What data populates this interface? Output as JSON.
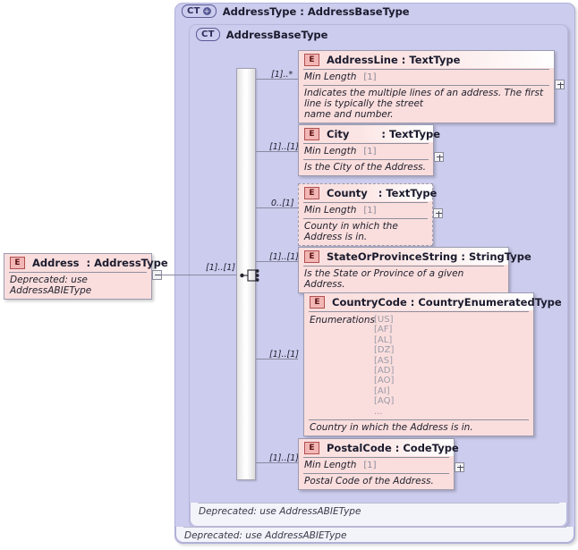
{
  "diagram": {
    "type": "xsd-schema-diagram",
    "root": {
      "badge": "E",
      "title": "Address  : AddressType",
      "doc": "Deprecated: use AddressABIEType",
      "toggle": "minus"
    },
    "containers": [
      {
        "badge": "CT",
        "badge_has_plus": true,
        "title": "AddressType : AddressBaseType",
        "footer_doc": "Deprecated: use AddressABIEType"
      },
      {
        "badge": "CT",
        "badge_has_plus": false,
        "title": "AddressBaseType",
        "footer_doc": "Deprecated: use AddressABIEType"
      }
    ],
    "compositor": "sequence",
    "root_cardinality": "[1]..[1]",
    "elements": [
      {
        "badge": "E",
        "title": "AddressLine : TextType",
        "cardinality": "[1]..*",
        "optional": false,
        "facet_name": "Min Length",
        "facet_value": "[1]",
        "doc": "Indicates the multiple lines of an address. The first line is typically the street\nname and number.",
        "has_expand": true
      },
      {
        "badge": "E",
        "title": "City         : TextType",
        "cardinality": "[1]..[1]",
        "optional": false,
        "facet_name": "Min Length",
        "facet_value": "[1]",
        "doc": "Is the City of the Address.",
        "has_expand": true
      },
      {
        "badge": "E",
        "title": "County   : TextType",
        "cardinality": "0..[1]",
        "optional": true,
        "facet_name": "Min Length",
        "facet_value": "[1]",
        "doc": "County in which the Address is in.",
        "has_expand": true
      },
      {
        "badge": "E",
        "title": "StateOrProvinceString : StringType",
        "cardinality": "[1]..[1]",
        "optional": false,
        "facet_name": "",
        "facet_value": "",
        "doc": "Is the State or Province of a given Address.",
        "has_expand": false
      },
      {
        "badge": "E",
        "title": "CountryCode : CountryEnumeratedType",
        "cardinality": "[1]..[1]",
        "optional": false,
        "facet_name": "Enumerations",
        "facet_value": "",
        "enumerations": [
          "[US]",
          "[AF]",
          "[AL]",
          "[DZ]",
          "[AS]",
          "[AD]",
          "[AO]",
          "[AI]",
          "[AQ]",
          "..."
        ],
        "doc": "Country in which the Address is in.",
        "has_expand": false
      },
      {
        "badge": "E",
        "title": "PostalCode : CodeType",
        "cardinality": "[1]..[1]",
        "optional": false,
        "facet_name": "Min Length",
        "facet_value": "[1]",
        "doc": "Postal Code of the Address.",
        "has_expand": true
      }
    ],
    "colors": {
      "container_fill": "#ccccee",
      "container_border": "#b0b0d8",
      "node_fill": "#fadedd",
      "node_border": "#9b9bb0",
      "badge_e_fill": "#f2b6b4",
      "badge_e_border": "#b05050",
      "badge_ct_border": "#5a5a96",
      "connector": "#8a8aa0"
    }
  }
}
